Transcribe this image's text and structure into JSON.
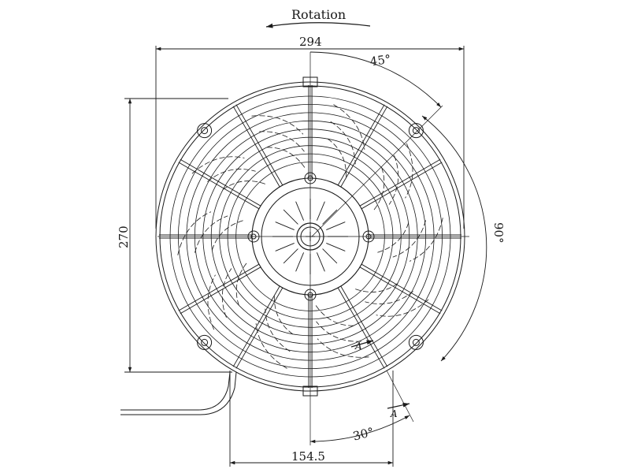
{
  "drawing": {
    "rotation_label": "Rotation",
    "dim_width": "294",
    "dim_height": "270",
    "dim_angle_top": "45°",
    "dim_angle_right": "90°",
    "dim_angle_bottom": "30°",
    "dim_bottom": "154.5",
    "section_marker_upper": "A",
    "section_marker_lower": "A"
  },
  "colors": {
    "line": "#1a1a1a",
    "background": "#ffffff"
  },
  "fan": {
    "radial_rib_count": 12,
    "concentric_guard_rings": 9,
    "hub_fin_count": 16
  }
}
